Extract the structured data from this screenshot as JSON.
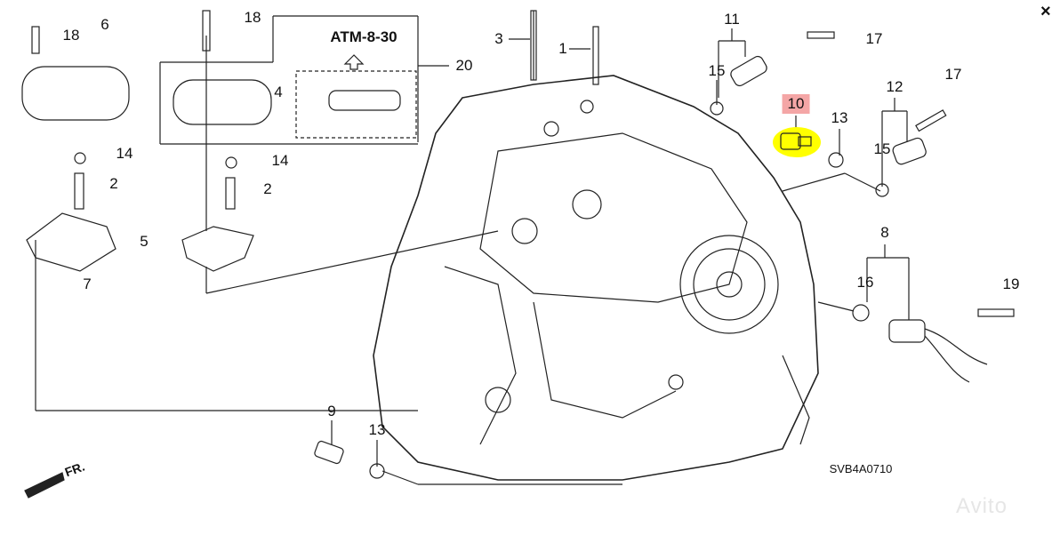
{
  "close_label": "×",
  "diagram_code": "SVB4A0710",
  "reference": "ATM-8-30",
  "front_label": "FR.",
  "watermark": "Avito",
  "highlight_color": "#f4a6a6",
  "highlight_part_color": "#ffff00",
  "callouts": {
    "c18a": "18",
    "c6": "6",
    "c18b": "18",
    "c4": "4",
    "c20": "20",
    "c3": "3",
    "c1": "1",
    "c11": "11",
    "c17a": "17",
    "c15a": "15",
    "c10": "10",
    "c13a": "13",
    "c12": "12",
    "c17b": "17",
    "c15b": "15",
    "c14a": "14",
    "c14b": "14",
    "c2a": "2",
    "c2b": "2",
    "c5": "5",
    "c7": "7",
    "c8": "8",
    "c16": "16",
    "c19": "19",
    "c9": "9",
    "c13b": "13"
  }
}
